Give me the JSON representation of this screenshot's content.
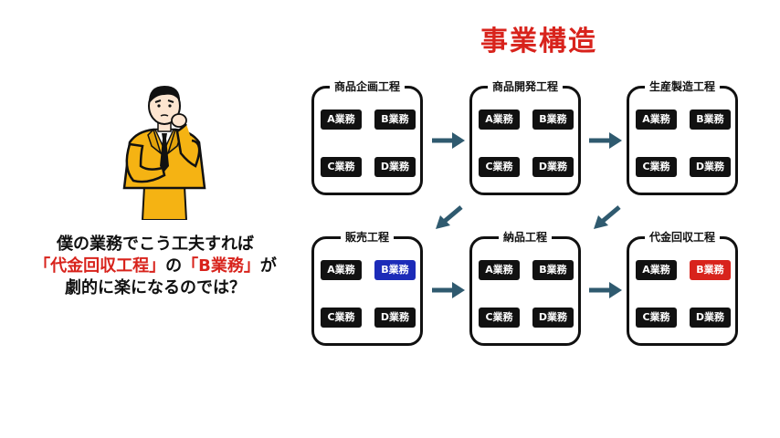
{
  "title": "事業構造",
  "caption": {
    "line1": "僕の業務でこう工夫すれば",
    "bracket_open": "「",
    "process_name": "代金回収工程",
    "bracket_close": "」",
    "particle": "の",
    "task_name": "「B業務」",
    "suffix": "が",
    "line3": "劇的に楽になるのでは？"
  },
  "colors": {
    "accent_red": "#d8231c",
    "highlight_blue": "#1c2bb8",
    "chip_black": "#111111",
    "arrow": "#2f5a6f",
    "suit": "#f5b313"
  },
  "processes": [
    {
      "label": "商品企画工程",
      "tasks": [
        "A業務",
        "B業務",
        "C業務",
        "D業務"
      ],
      "highlight": null
    },
    {
      "label": "商品開発工程",
      "tasks": [
        "A業務",
        "B業務",
        "C業務",
        "D業務"
      ],
      "highlight": null
    },
    {
      "label": "生産製造工程",
      "tasks": [
        "A業務",
        "B業務",
        "C業務",
        "D業務"
      ],
      "highlight": null
    },
    {
      "label": "販売工程",
      "tasks": [
        "A業務",
        "B業務",
        "C業務",
        "D業務"
      ],
      "highlight": {
        "index": 1,
        "color": "blue"
      }
    },
    {
      "label": "納品工程",
      "tasks": [
        "A業務",
        "B業務",
        "C業務",
        "D業務"
      ],
      "highlight": null
    },
    {
      "label": "代金回収工程",
      "tasks": [
        "A業務",
        "B業務",
        "C業務",
        "D業務"
      ],
      "highlight": {
        "index": 1,
        "color": "red"
      }
    }
  ]
}
